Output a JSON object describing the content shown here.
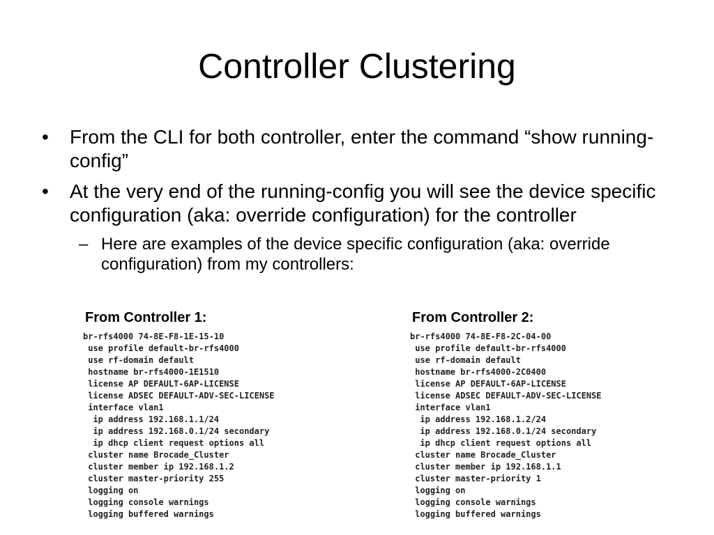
{
  "slide": {
    "title": "Controller Clustering",
    "bullets": [
      "From the CLI for both controller, enter the command “show running-config”",
      "At the very end of the running-config you will see the device specific configuration (aka: override configuration) for the controller"
    ],
    "sub_bullet": "Here are examples of the device specific configuration (aka: override configuration) from my controllers:",
    "bullet_marker": "•",
    "dash_marker": "–"
  },
  "controller1": {
    "label": "From Controller 1:",
    "lines": [
      "br-rfs4000 74-8E-F8-1E-15-10",
      " use profile default-br-rfs4000",
      " use rf-domain default",
      " hostname br-rfs4000-1E1510",
      " license AP DEFAULT-6AP-LICENSE",
      " license ADSEC DEFAULT-ADV-SEC-LICENSE",
      " interface vlan1",
      "  ip address 192.168.1.1/24",
      "  ip address 192.168.0.1/24 secondary",
      "  ip dhcp client request options all",
      " cluster name Brocade_Cluster",
      " cluster member ip 192.168.1.2",
      " cluster master-priority 255",
      " logging on",
      " logging console warnings",
      " logging buffered warnings"
    ]
  },
  "controller2": {
    "label": "From Controller 2:",
    "lines": [
      "br-rfs4000 74-8E-F8-2C-04-00",
      " use profile default-br-rfs4000",
      " use rf-domain default",
      " hostname br-rfs4000-2C0400",
      " license AP DEFAULT-6AP-LICENSE",
      " license ADSEC DEFAULT-ADV-SEC-LICENSE",
      " interface vlan1",
      "  ip address 192.168.1.2/24",
      "  ip address 192.168.0.1/24 secondary",
      "  ip dhcp client request options all",
      " cluster name Brocade_Cluster",
      " cluster member ip 192.168.1.1",
      " cluster master-priority 1",
      " logging on",
      " logging console warnings",
      " logging buffered warnings"
    ]
  }
}
